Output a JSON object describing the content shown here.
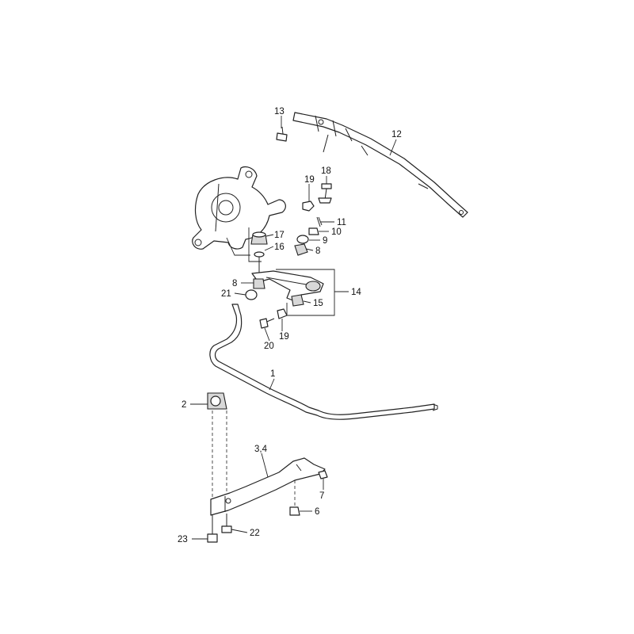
{
  "callouts": {
    "c1": "1",
    "c2": "2",
    "c34": "3,4",
    "c6": "6",
    "c7": "7",
    "c8a": "8",
    "c8b": "8",
    "c9": "9",
    "c10": "10",
    "c11": "11",
    "c12": "12",
    "c13": "13",
    "c14": "14",
    "c15": "15",
    "c16": "16",
    "c17": "17",
    "c18": "18",
    "c19a": "19",
    "c19b": "19",
    "c20": "20",
    "c21": "21",
    "c22": "22",
    "c23": "23"
  }
}
